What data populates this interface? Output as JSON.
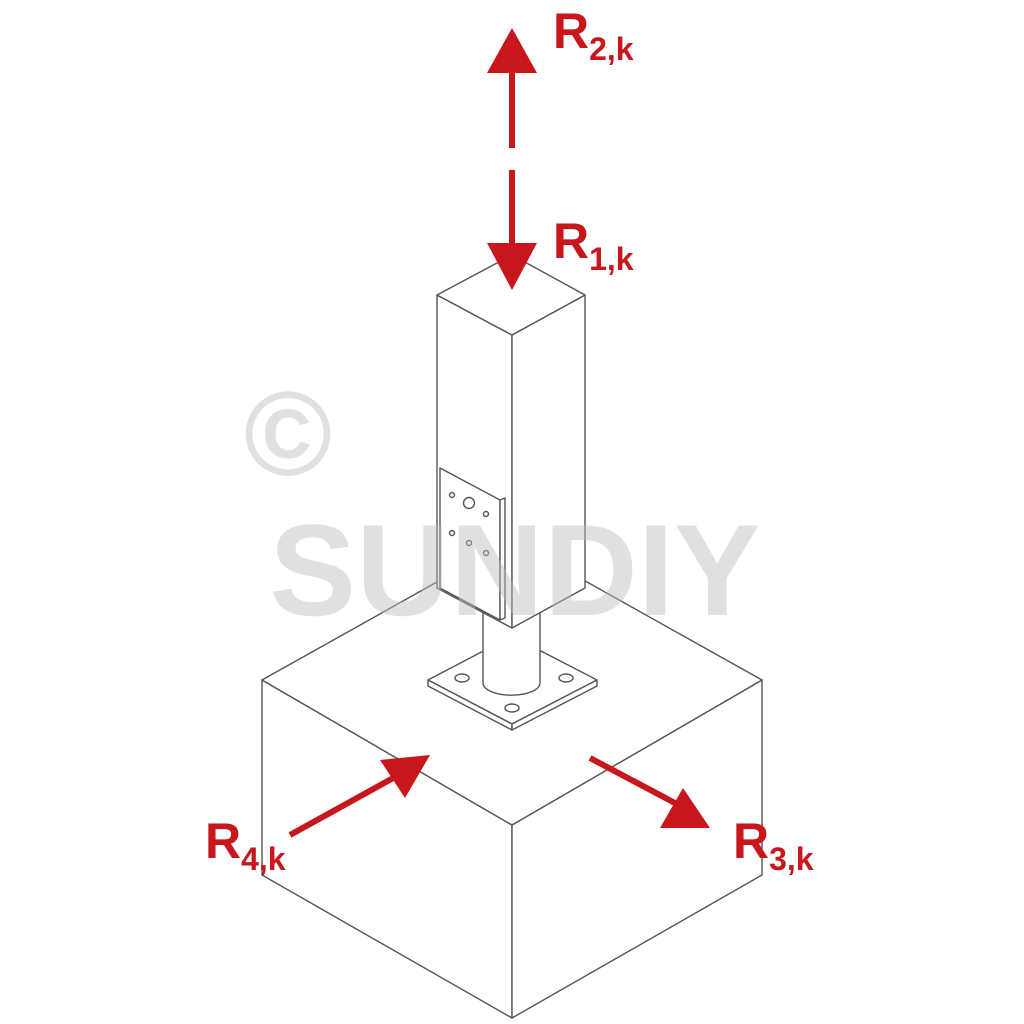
{
  "title": "Post base load directions",
  "colors": {
    "arrow": "#c8161d",
    "line": "#555555",
    "watermark": "#bbbbbb"
  },
  "labels": {
    "r1": {
      "main": "R",
      "sub": "1,k"
    },
    "r2": {
      "main": "R",
      "sub": "2,k"
    },
    "r3": {
      "main": "R",
      "sub": "3,k"
    },
    "r4": {
      "main": "R",
      "sub": "4,k"
    }
  },
  "watermark": {
    "symbol": "©",
    "text": "SUNDIY"
  }
}
